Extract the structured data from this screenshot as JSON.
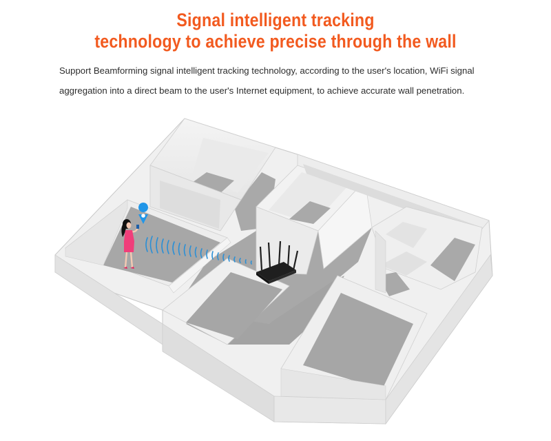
{
  "heading": {
    "line1": "Signal intelligent tracking",
    "line2": "technology to achieve precise through the wall"
  },
  "description": {
    "line1": "Support Beamforming signal intelligent tracking technology, according to the user's location, WiFi signal",
    "line2": "aggregation into a direct beam to the user's Internet equipment, to achieve accurate wall penetration."
  },
  "colors": {
    "heading": "#f25a1f",
    "body_text": "#2d2d2d",
    "wall": "#ededed",
    "floor": "#a6a6a6",
    "beam": "#2a8fd6",
    "location_pin": "#2196e8",
    "person_dress": "#f03e7a",
    "router": "#1f1f1f"
  },
  "icons": [
    "location-pin-icon",
    "router-icon",
    "wifi-beam-icon",
    "person-figure"
  ]
}
